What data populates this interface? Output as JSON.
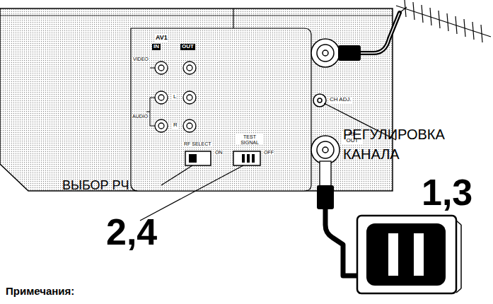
{
  "diagram": {
    "labels": [
      "AV1",
      "IN",
      "OUT",
      "VIDEO",
      "L",
      "AUDIO",
      "R",
      "RF SELECT",
      "TEST SIGNAL",
      "ON",
      "OFF",
      "CH ADJ.",
      "RF OUT",
      "РЕГУЛИРОВКА КАНАЛА",
      "ВЫБОР РЧ",
      "2,4",
      "1,3",
      "Примечания:"
    ]
  }
}
